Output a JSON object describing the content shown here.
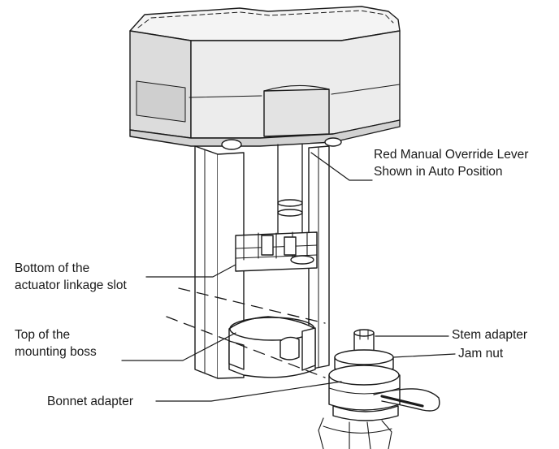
{
  "labels": {
    "manual_override": {
      "line1": "Red Manual Override Lever",
      "line2": "Shown in Auto Position"
    },
    "linkage_slot": {
      "line1": "Bottom of the",
      "line2": "actuator linkage slot"
    },
    "mounting_boss": {
      "line1": "Top of the",
      "line2": "mounting boss"
    },
    "stem_adapter": "Stem adapter",
    "jam_nut": "Jam nut",
    "bonnet_adapter": "Bonnet adapter"
  },
  "colors": {
    "line": "#1a1a1a",
    "housing_shade": "#dcdcdc",
    "housing_face": "#f2f2f2",
    "lever": "#1a1a1a"
  }
}
